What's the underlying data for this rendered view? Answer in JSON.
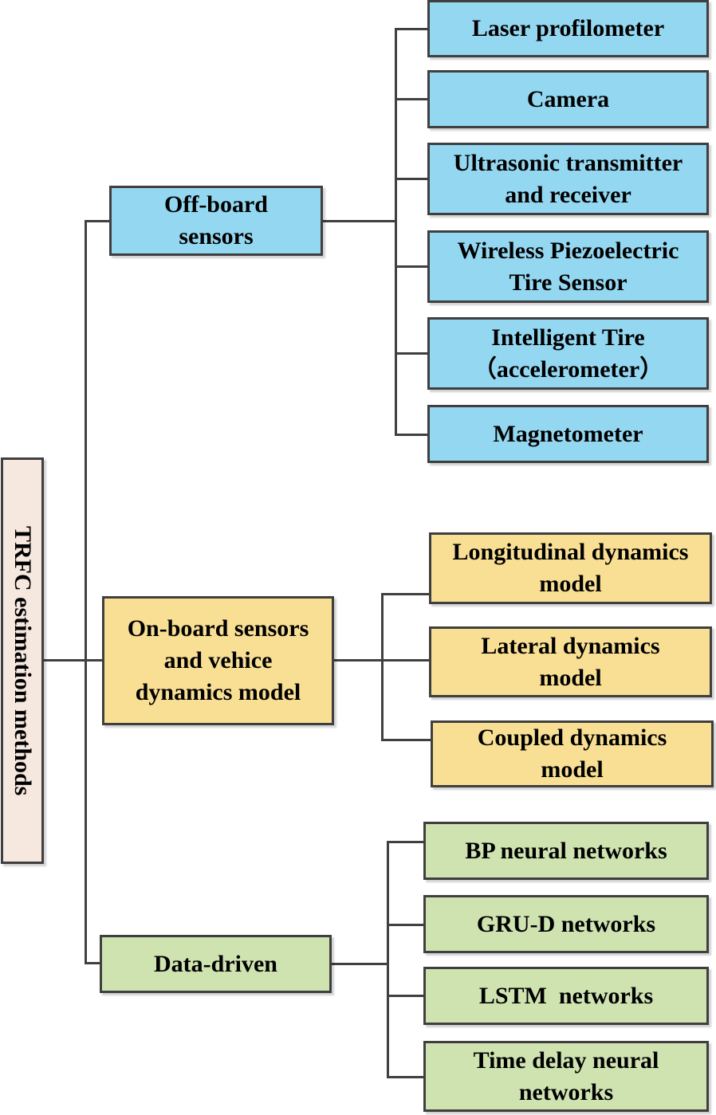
{
  "root": {
    "label": "TRFC estimation methods",
    "color": "#f7e8df"
  },
  "categories": [
    {
      "label_lines": [
        "Off-board",
        "sensors"
      ],
      "color": "#94d7f1",
      "children": [
        {
          "lines": [
            "Laser profilometer"
          ]
        },
        {
          "lines": [
            "Camera"
          ]
        },
        {
          "lines": [
            "Ultrasonic transmitter",
            "and receiver"
          ]
        },
        {
          "lines": [
            "Wireless Piezoelectric",
            "Tire Sensor"
          ]
        },
        {
          "lines": [
            "Intelligent Tire",
            "（accelerometer）"
          ]
        },
        {
          "lines": [
            "Magnetometer"
          ]
        }
      ]
    },
    {
      "label_lines": [
        "On-board sensors",
        "and vehice",
        "dynamics model"
      ],
      "color": "#f8df93",
      "children": [
        {
          "lines": [
            "Longitudinal dynamics",
            "model"
          ]
        },
        {
          "lines": [
            "Lateral dynamics",
            "model"
          ]
        },
        {
          "lines": [
            "Coupled dynamics",
            "model"
          ]
        }
      ]
    },
    {
      "label_lines": [
        "Data-driven"
      ],
      "color": "#cfe3b1",
      "children": [
        {
          "lines": [
            "BP neural networks"
          ]
        },
        {
          "lines": [
            "GRU-D networks"
          ]
        },
        {
          "lines": [
            "LSTM  networks"
          ]
        },
        {
          "lines": [
            "Time delay neural",
            "networks"
          ]
        }
      ]
    }
  ]
}
